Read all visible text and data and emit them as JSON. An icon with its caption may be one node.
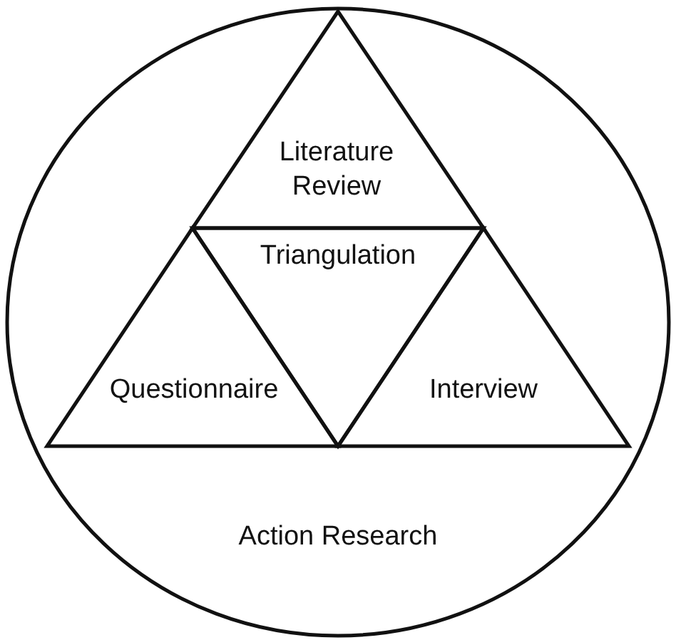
{
  "diagram": {
    "nodes": [
      {
        "text": [
          "Action Research"
        ]
      },
      {
        "text": [
          "Literature Review"
        ],
        "in": 0
      },
      {
        "text": [
          "Triangulation"
        ],
        "in": 0
      },
      {
        "text": [
          "Questionnaire"
        ],
        "in": 0
      },
      {
        "text": [
          "Interview"
        ],
        "in": 0
      }
    ]
  }
}
